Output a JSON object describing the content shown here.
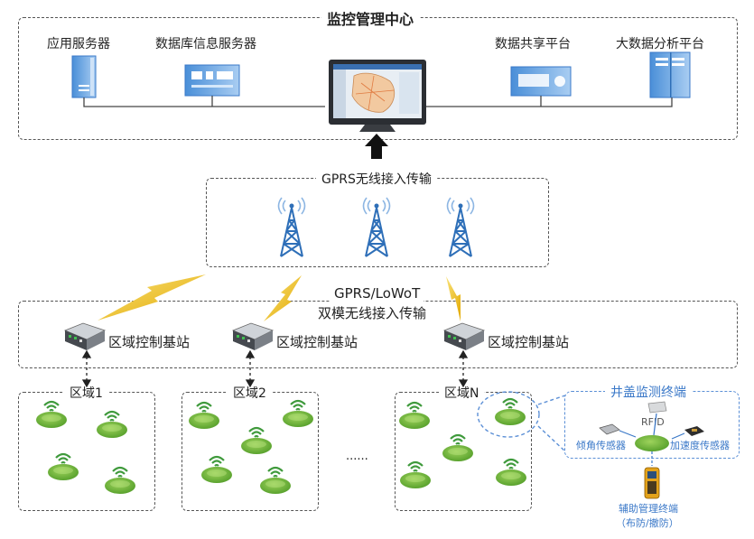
{
  "center": {
    "title": "监控管理中心",
    "app_server": "应用服务器",
    "db_server": "数据库信息服务器",
    "share_platform": "数据共享平台",
    "bigdata_platform": "大数据分析平台"
  },
  "gprs": {
    "title": "GPRS无线接入传输"
  },
  "dual": {
    "title_line1": "GPRS/LoWoT",
    "title_line2": "双模无线接入传输",
    "station_label": "区域控制基站"
  },
  "regions": {
    "r1": "区域1",
    "r2": "区域2",
    "rn": "区域N",
    "ellipsis": "......"
  },
  "terminal": {
    "title": "井盖监测终端",
    "rfid": "RFID",
    "tilt": "倾角传感器",
    "accel": "加速度传感器",
    "aux_line1": "辅助管理终端",
    "aux_line2": "（布防/撤防）"
  }
}
